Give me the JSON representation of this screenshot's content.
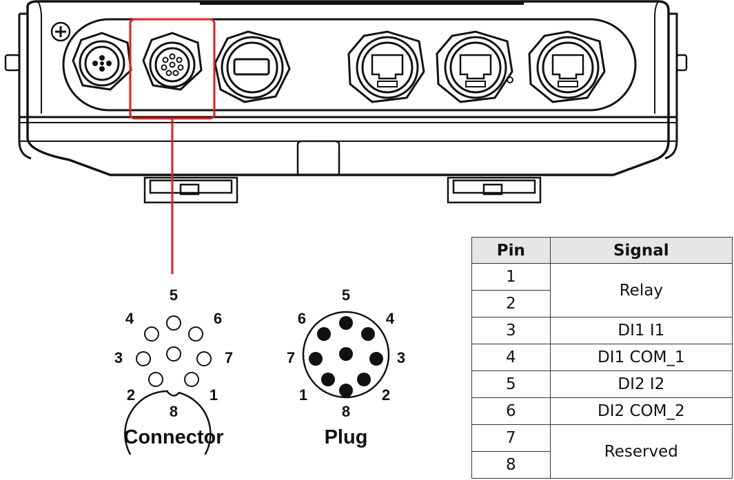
{
  "accent_colors": {
    "highlight_box": "#e02020",
    "table_header_bg": "#e6e6e6"
  },
  "connector": {
    "caption": "Connector",
    "pin_labels": [
      "1",
      "2",
      "3",
      "4",
      "5",
      "6",
      "7",
      "8"
    ]
  },
  "plug": {
    "caption": "Plug",
    "pin_labels": [
      "1",
      "2",
      "3",
      "4",
      "5",
      "6",
      "7",
      "8"
    ]
  },
  "pin_table": {
    "headers": [
      "Pin",
      "Signal"
    ],
    "rows": [
      {
        "pin": "1",
        "signal": "Relay"
      },
      {
        "pin": "2",
        "signal": "Relay"
      },
      {
        "pin": "3",
        "signal": "DI1 I1"
      },
      {
        "pin": "4",
        "signal": "DI1 COM_1"
      },
      {
        "pin": "5",
        "signal": "DI2 I2"
      },
      {
        "pin": "6",
        "signal": "DI2 COM_2"
      },
      {
        "pin": "7",
        "signal": "Reserved"
      },
      {
        "pin": "8",
        "signal": "Reserved"
      }
    ]
  }
}
